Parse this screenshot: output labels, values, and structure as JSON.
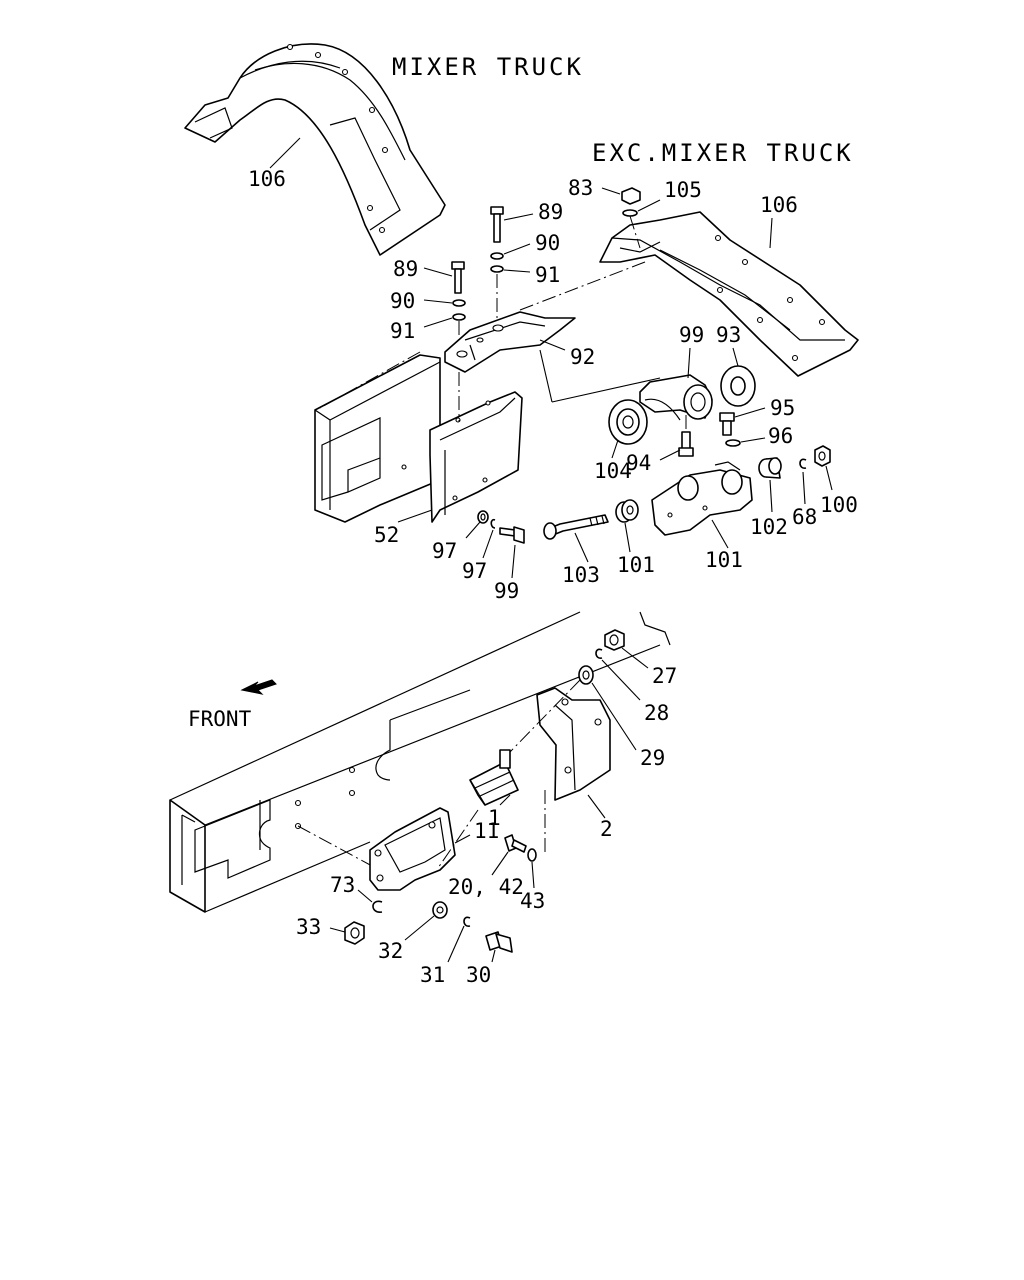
{
  "headings": {
    "mixer_truck": "MIXER TRUCK",
    "exc_mixer_truck": "EXC.MIXER TRUCK",
    "front": "FRONT"
  },
  "callouts": [
    {
      "id": "106-mixer",
      "text": "106"
    },
    {
      "id": "106-exc",
      "text": "106"
    },
    {
      "id": "83",
      "text": "83"
    },
    {
      "id": "105",
      "text": "105"
    },
    {
      "id": "89-a",
      "text": "89"
    },
    {
      "id": "90-a",
      "text": "90"
    },
    {
      "id": "91-a",
      "text": "91"
    },
    {
      "id": "89-b",
      "text": "89"
    },
    {
      "id": "90-b",
      "text": "90"
    },
    {
      "id": "91-b",
      "text": "91"
    },
    {
      "id": "92",
      "text": "92"
    },
    {
      "id": "52",
      "text": "52"
    },
    {
      "id": "97-a",
      "text": "97"
    },
    {
      "id": "97-b",
      "text": "97"
    },
    {
      "id": "99-a",
      "text": "99"
    },
    {
      "id": "99-b",
      "text": "99"
    },
    {
      "id": "104",
      "text": "104"
    },
    {
      "id": "93",
      "text": "93"
    },
    {
      "id": "94",
      "text": "94"
    },
    {
      "id": "95",
      "text": "95"
    },
    {
      "id": "96",
      "text": "96"
    },
    {
      "id": "103",
      "text": "103"
    },
    {
      "id": "101-a",
      "text": "101"
    },
    {
      "id": "102",
      "text": "102"
    },
    {
      "id": "101-b",
      "text": "101"
    },
    {
      "id": "68",
      "text": "68"
    },
    {
      "id": "100",
      "text": "100"
    },
    {
      "id": "27",
      "text": "27"
    },
    {
      "id": "28",
      "text": "28"
    },
    {
      "id": "29",
      "text": "29"
    },
    {
      "id": "2",
      "text": "2"
    },
    {
      "id": "1",
      "text": "1"
    },
    {
      "id": "11",
      "text": "11"
    },
    {
      "id": "20-42",
      "text": "20, 42"
    },
    {
      "id": "43",
      "text": "43"
    },
    {
      "id": "73",
      "text": "73"
    },
    {
      "id": "33",
      "text": "33"
    },
    {
      "id": "32",
      "text": "32"
    },
    {
      "id": "31",
      "text": "31"
    },
    {
      "id": "30",
      "text": "30"
    }
  ]
}
